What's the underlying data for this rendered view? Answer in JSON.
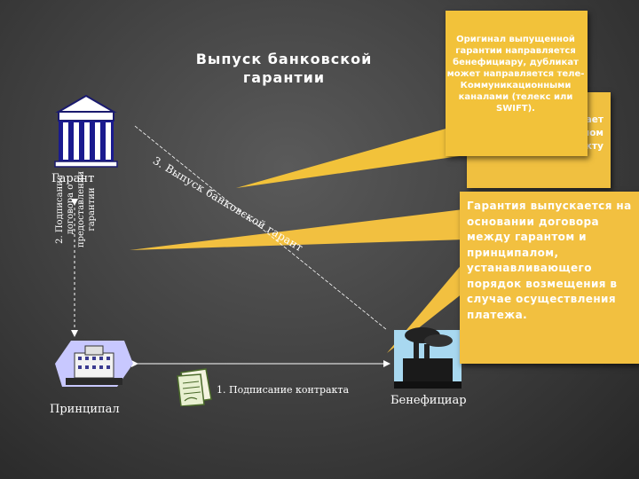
{
  "title": "Выпуск банковской\nгарантии",
  "nodes": {
    "guarantor": "Гарант",
    "principal": "Принципал",
    "beneficiary": "Бенефициар"
  },
  "arrows": {
    "signing_contract": "1. Подписание контракта",
    "guarantee_agreement": "2. Подписание договора о предоставлении гарантии",
    "issue_guarantee": "3. Выпуск банковской гарант"
  },
  "callouts": {
    "back_partial": "вает\nалом\nракту",
    "front": "Оригинал выпущенной гарантии направляется бенефициару, дубликат может направляется теле- Коммуникационными каналами (телекс или SWIFT).",
    "main": "Гарантия выпускается на основании договора между гарантом и принципалом, устанавливающего порядок возмещения в случае осуществления платежа."
  },
  "colors": {
    "background": "#3e3e3e",
    "callout": "#f0c040",
    "lines": "#ffffff"
  }
}
